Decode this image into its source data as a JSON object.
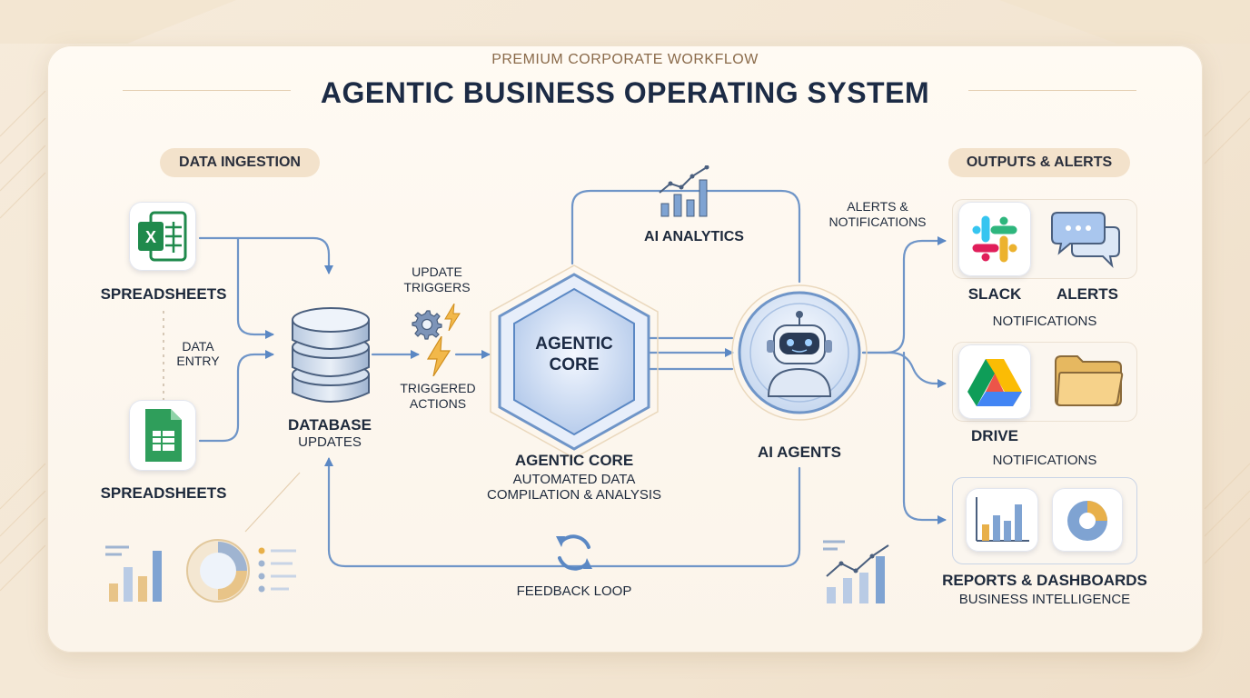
{
  "header": {
    "kicker": "PREMIUM CORPORATE WORKFLOW",
    "title": "AGENTIC BUSINESS OPERATING SYSTEM"
  },
  "sections": {
    "ingestion": "DATA INGESTION",
    "outputs": "OUTPUTS & ALERTS"
  },
  "ingestion": {
    "spreadsheet_top": "SPREADSHEETS",
    "data_entry_line1": "DATA",
    "data_entry_line2": "ENTRY",
    "spreadsheet_bottom": "SPREADSHEETS",
    "database_title": "DATABASE",
    "database_sub": "UPDATES"
  },
  "triggers": {
    "update_line1": "UPDATE",
    "update_line2": "TRIGGERS",
    "triggered_line1": "TRIGGERED",
    "triggered_line2": "ACTIONS"
  },
  "core": {
    "hex_line1": "AGENTIC",
    "hex_line2": "CORE",
    "label": "AGENTIC CORE",
    "desc_line1": "AUTOMATED DATA",
    "desc_line2": "COMPILATION & ANALYSIS"
  },
  "analytics": {
    "label": "AI ANALYTICS"
  },
  "agents": {
    "label": "AI AGENTS"
  },
  "alerts_notifications": {
    "line1": "ALERTS &",
    "line2": "NOTIFICATIONS"
  },
  "feedback": {
    "label": "FEEDBACK LOOP"
  },
  "outputs": {
    "slack": "SLACK",
    "alerts": "ALERTS",
    "notifications_1": "NOTIFICATIONS",
    "drive": "DRIVE",
    "notifications_2": "NOTIFICATIONS",
    "reports": "REPORTS & DASHBOARDS",
    "bi": "BUSINESS INTELLIGENCE"
  },
  "colors": {
    "accent_blue": "#5b88c4",
    "navy": "#1c2b45",
    "gold": "#e8b04a",
    "excel_green": "#1f8a4c",
    "sheets_green": "#2f9e5b"
  },
  "icons": [
    "excel-icon",
    "google-sheets-icon",
    "database-icon",
    "gear-icon",
    "lightning-icon",
    "hexagon-core",
    "robot-icon",
    "bar-chart-icon",
    "slack-icon",
    "chat-bubbles-icon",
    "google-drive-icon",
    "folder-icon",
    "pie-chart-icon",
    "refresh-loop-icon"
  ]
}
